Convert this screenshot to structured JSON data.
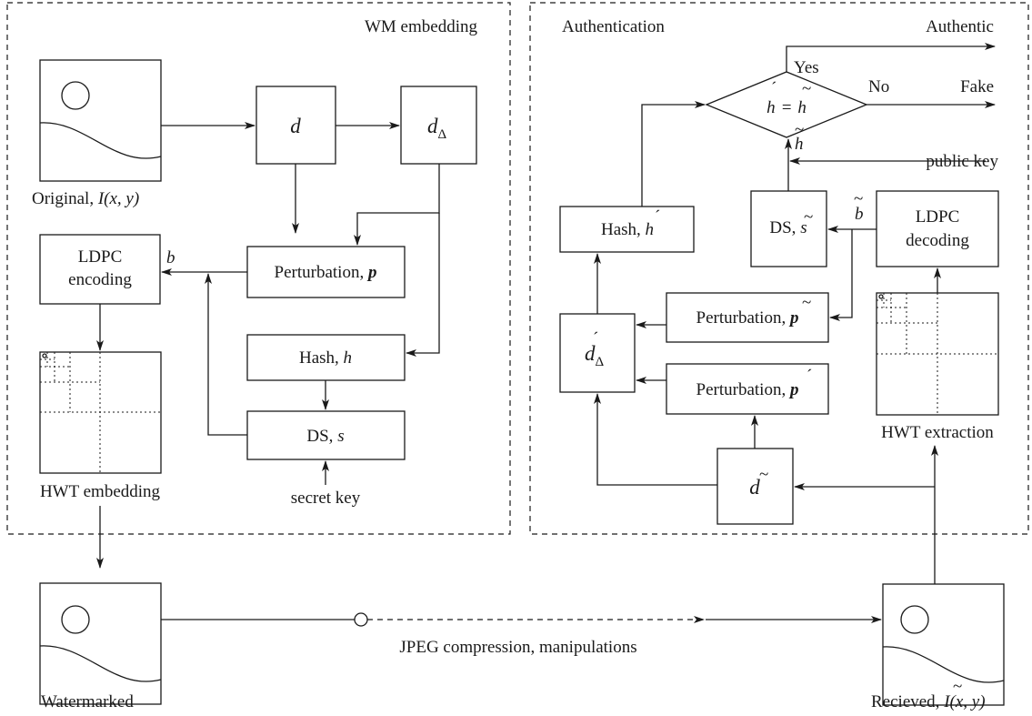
{
  "sections": {
    "embedding_title": "WM embedding",
    "authentication_title": "Authentication"
  },
  "embedding": {
    "original_label_prefix": "Original, ",
    "original_I": "I",
    "original_args": "(x, y)",
    "d": "d",
    "d_delta": "d",
    "delta": "Δ",
    "ldpc_line1": "LDPC",
    "ldpc_line2": "encoding",
    "b": "b",
    "perturbation": "Perturbation, ",
    "p": "p",
    "hash": "Hash, ",
    "h": "h",
    "ds": "DS, ",
    "s": "s",
    "secret_key": "secret key",
    "hwt_embedding": "HWT embedding"
  },
  "authentication": {
    "authentic": "Authentic",
    "yes": "Yes",
    "no": "No",
    "fake": "Fake",
    "decision_lhs": "h",
    "decision_eq": "=",
    "decision_rhs": "h",
    "h_tilde": "h",
    "public_key": "public key",
    "hash": "Hash, ",
    "h_prime": "h",
    "ds": "DS, ",
    "s_tilde": "s",
    "b_tilde": "b",
    "ldpc_line1": "LDPC",
    "ldpc_line2": "decoding",
    "pert_tilde": "Perturbation, ",
    "p_tilde": "p",
    "pert_prime": "Perturbation, ",
    "p_prime": "p",
    "d_delta_prime": "d",
    "delta": "Δ",
    "d_tilde": "d",
    "hwt_extraction": "HWT extraction"
  },
  "bottom": {
    "watermarked": "Watermarked",
    "channel": "JPEG compression, manipulations",
    "received_prefix": "Recieved, ",
    "received_I": "I",
    "received_args": "(x, y)"
  }
}
